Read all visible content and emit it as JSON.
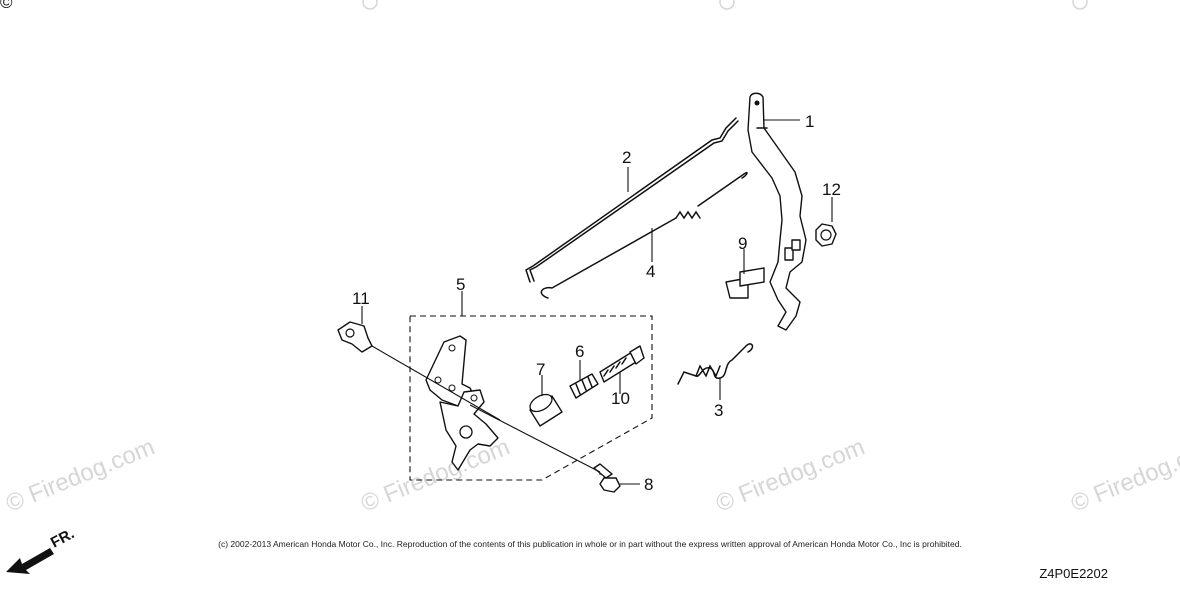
{
  "corner_mark": "©",
  "watermark_text": "© Firedog.com",
  "front_indicator": "FR.",
  "copyright": "(c) 2002-2013 American Honda Motor Co., Inc. Reproduction of the contents of this publication in whole or in part without the express written approval of American Honda Motor Co., Inc is prohibited.",
  "diagram_code": "Z4P0E2202",
  "callouts": [
    "1",
    "2",
    "3",
    "4",
    "5",
    "6",
    "7",
    "8",
    "9",
    "10",
    "11",
    "12"
  ],
  "colors": {
    "ink": "#111111",
    "watermark": "#d6d6d6",
    "background": "#ffffff"
  }
}
